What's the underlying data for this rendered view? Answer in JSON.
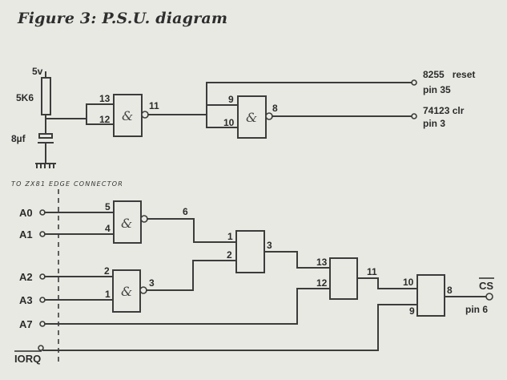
{
  "figure": {
    "title": "Figure 3: P.S.U. diagram",
    "connector_note": "TO ZX81 EDGE CONNECTOR"
  },
  "reset_circuit": {
    "supply_label": "5v",
    "resistor_label": "5K6",
    "capacitor_label": "8µf"
  },
  "gates": {
    "g1": {
      "symbol": "&",
      "in_a": "13",
      "in_b": "12",
      "out": "11"
    },
    "g2": {
      "symbol": "&",
      "in_a": "9",
      "in_b": "10",
      "out": "8"
    },
    "g3": {
      "symbol": "&",
      "in_a": "5",
      "in_b": "4",
      "out": "6"
    },
    "g4": {
      "symbol": "&",
      "in_a": "2",
      "in_b": "1",
      "out": "3"
    },
    "g5": {
      "in_a": "1",
      "in_b": "2",
      "out": "3"
    },
    "g6": {
      "in_a": "13",
      "in_b": "12",
      "out": "11"
    },
    "g7": {
      "in_a": "10",
      "in_b": "9",
      "out": "8"
    }
  },
  "outputs": {
    "reset_8255_line1": "8255   reset",
    "reset_8255_line2": "pin 35",
    "clr_74123_line1": "74123 clr",
    "clr_74123_line2": "pin 3",
    "cs_label": "CS",
    "cs_pin": "pin 6"
  },
  "inputs": [
    "A0",
    "A1",
    "A2",
    "A3",
    "A7",
    "IORQ"
  ]
}
